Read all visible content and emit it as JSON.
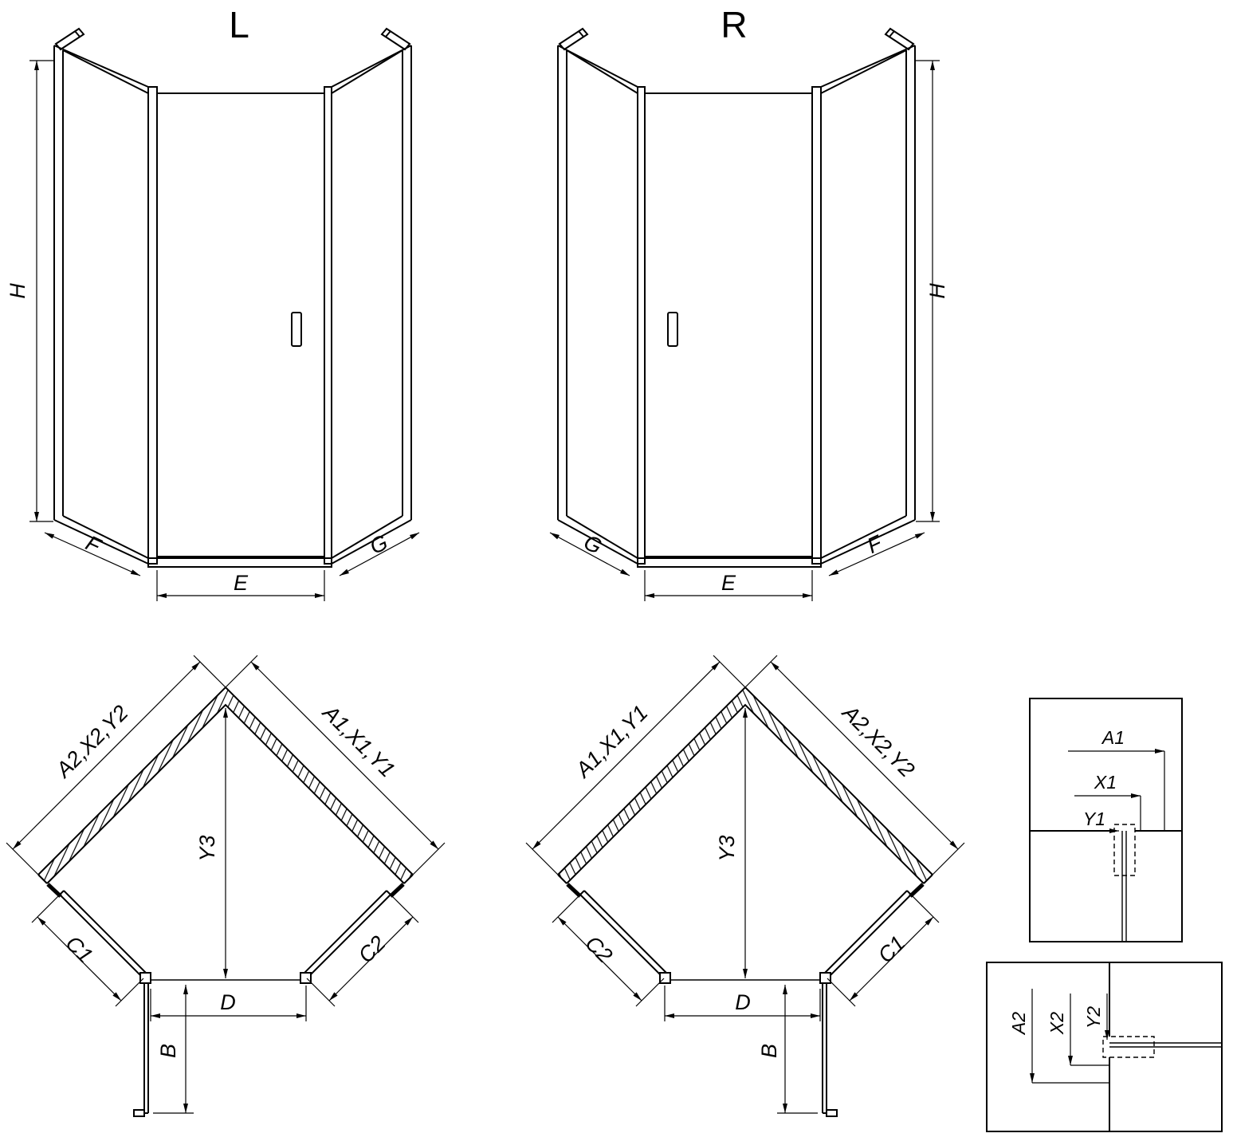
{
  "colors": {
    "line": "#000000",
    "background": "#ffffff"
  },
  "front_left": {
    "title": "L",
    "height": "H",
    "left_depth": "F",
    "width": "E",
    "right_depth": "G"
  },
  "front_right": {
    "title": "R",
    "left_depth": "G",
    "width": "E",
    "right_depth": "F",
    "height": "H"
  },
  "plan_left": {
    "left_wall": "A2,X2,Y2",
    "right_wall": "A1,X1,Y1",
    "diagonal": "Y3",
    "left_panel": "C1",
    "right_panel": "C2",
    "door_width": "D",
    "door_projection": "B"
  },
  "plan_right": {
    "left_wall": "A1,X1,Y1",
    "right_wall": "A2,X2,Y2",
    "diagonal": "Y3",
    "left_panel": "C2",
    "right_panel": "C1",
    "door_width": "D",
    "door_projection": "B"
  },
  "detail_top": {
    "dims": {
      "a1": "A1",
      "x1": "X1",
      "y1": "Y1"
    }
  },
  "detail_bottom": {
    "dims": {
      "a2": "A2",
      "x2": "X2",
      "y2": "Y2"
    }
  }
}
